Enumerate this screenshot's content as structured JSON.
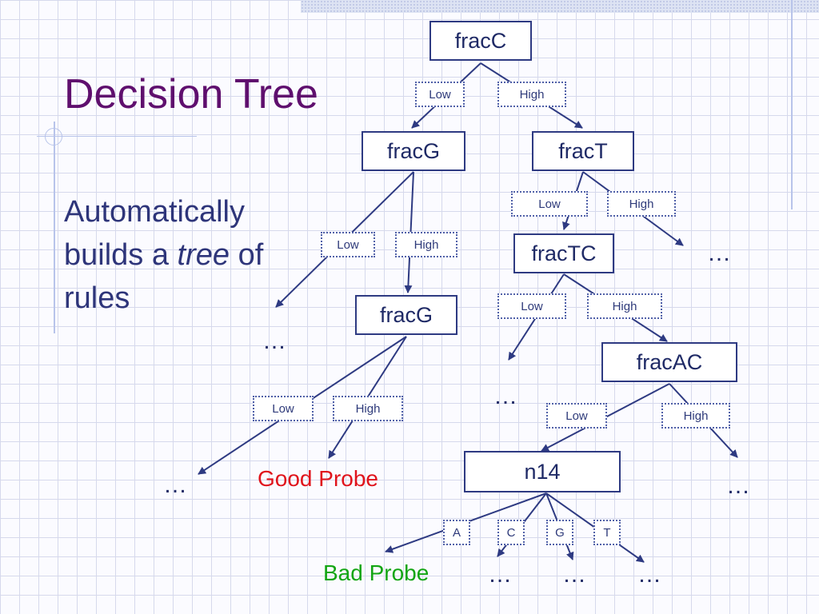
{
  "slide": {
    "title": "Decision Tree",
    "subtitle_part1": "Automatically builds a ",
    "subtitle_em": "tree",
    "subtitle_part2": " of rules"
  },
  "nodes": {
    "root": "fracC",
    "left": "fracG",
    "right": "fracT",
    "left_child": "fracG",
    "right_child": "fracTC",
    "deep": "fracAC",
    "leaf_parent": "n14"
  },
  "branch_labels": {
    "root_low": "Low",
    "root_high": "High",
    "fracG_low": "Low",
    "fracG_high": "High",
    "fracT_low": "Low",
    "fracT_high": "High",
    "fracG2_low": "Low",
    "fracG2_high": "High",
    "fracTC_low": "Low",
    "fracTC_high": "High",
    "fracAC_low": "Low",
    "fracAC_high": "High",
    "n14_a": "A",
    "n14_c": "C",
    "n14_g": "G",
    "n14_t": "T"
  },
  "ellipsis": "…",
  "outcomes": {
    "good": "Good Probe",
    "bad": "Bad Probe"
  },
  "colors": {
    "title": "#5f0f6e",
    "text": "#2e357a",
    "node_border": "#2e3a82",
    "good_probe": "#e0141c",
    "bad_probe": "#13a513"
  }
}
